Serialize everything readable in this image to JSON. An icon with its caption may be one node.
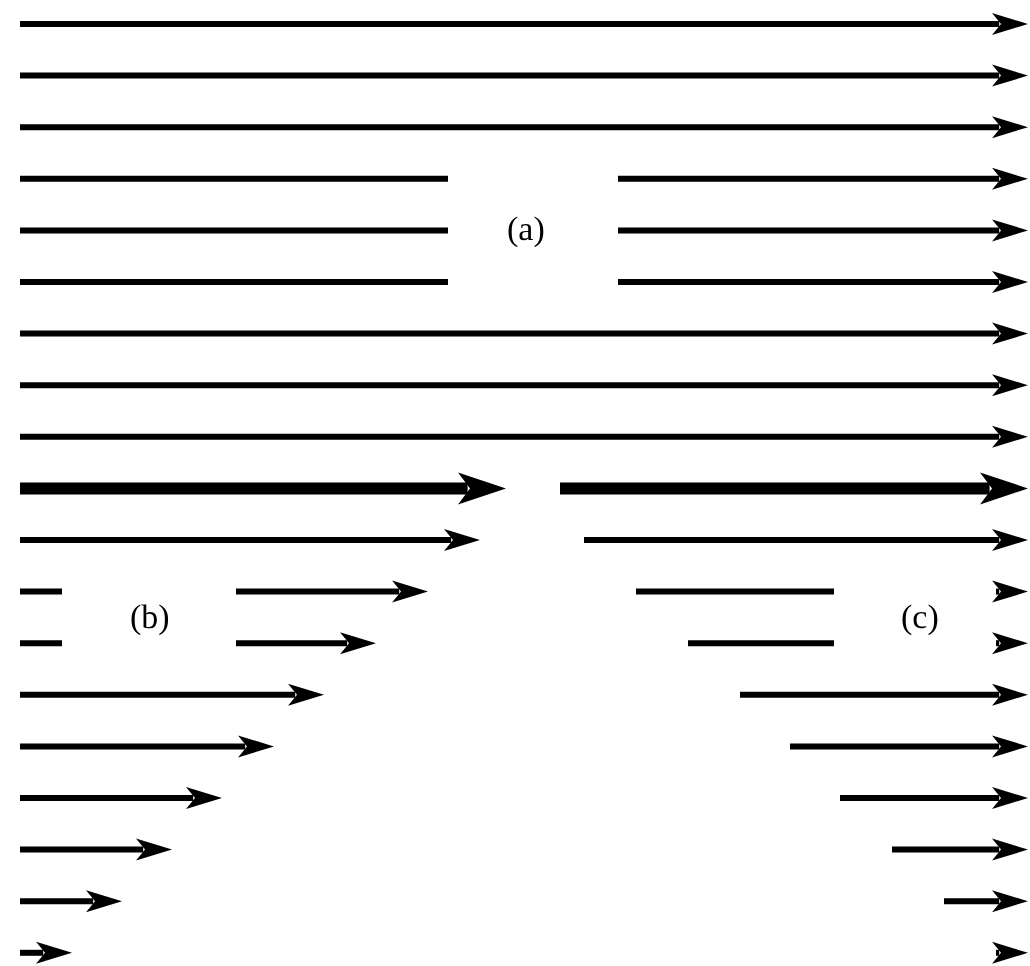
{
  "diagram": {
    "labels": [
      "(a)",
      "(b)",
      "(c)"
    ]
  }
}
